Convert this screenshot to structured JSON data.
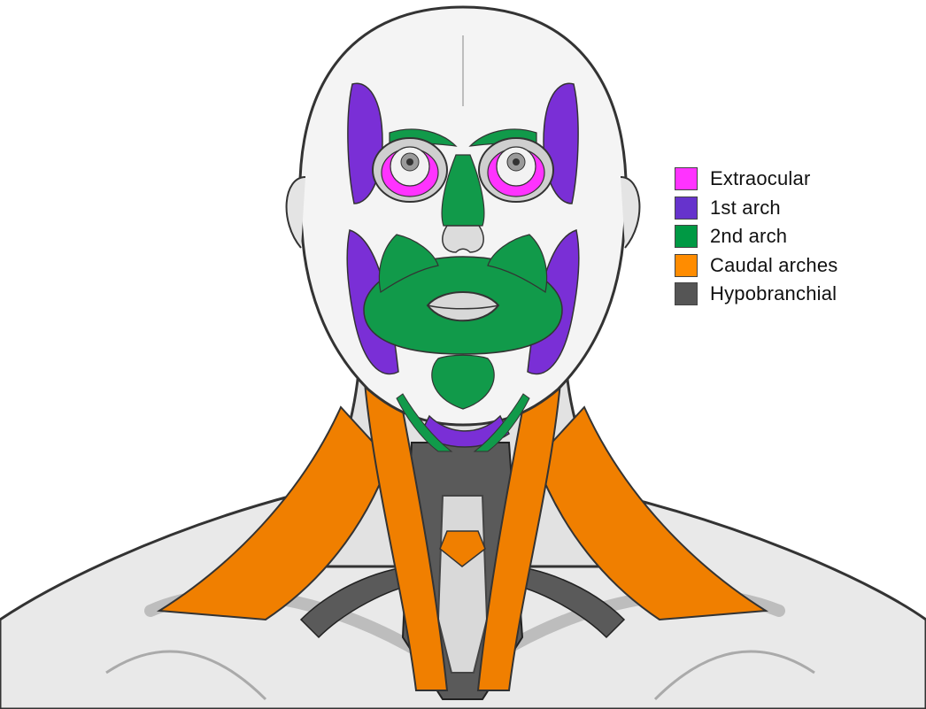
{
  "legend": {
    "items": [
      {
        "label": "Extraocular",
        "color": "#ff33ff"
      },
      {
        "label": "1st arch",
        "color": "#6633cc"
      },
      {
        "label": "2nd arch",
        "color": "#009944"
      },
      {
        "label": "Caudal arches",
        "color": "#ff8c00"
      },
      {
        "label": "Hypobranchial",
        "color": "#555555"
      }
    ]
  },
  "palette": {
    "skin": "#f4f4f4",
    "skin_shade": "#d6d6d6",
    "outline": "#333333",
    "extraocular": "#ff33ff",
    "first_arch": "#7a2fd6",
    "second_arch": "#119a4a",
    "caudal_arches": "#f07f00",
    "hypobranchial": "#5a5a5a"
  }
}
